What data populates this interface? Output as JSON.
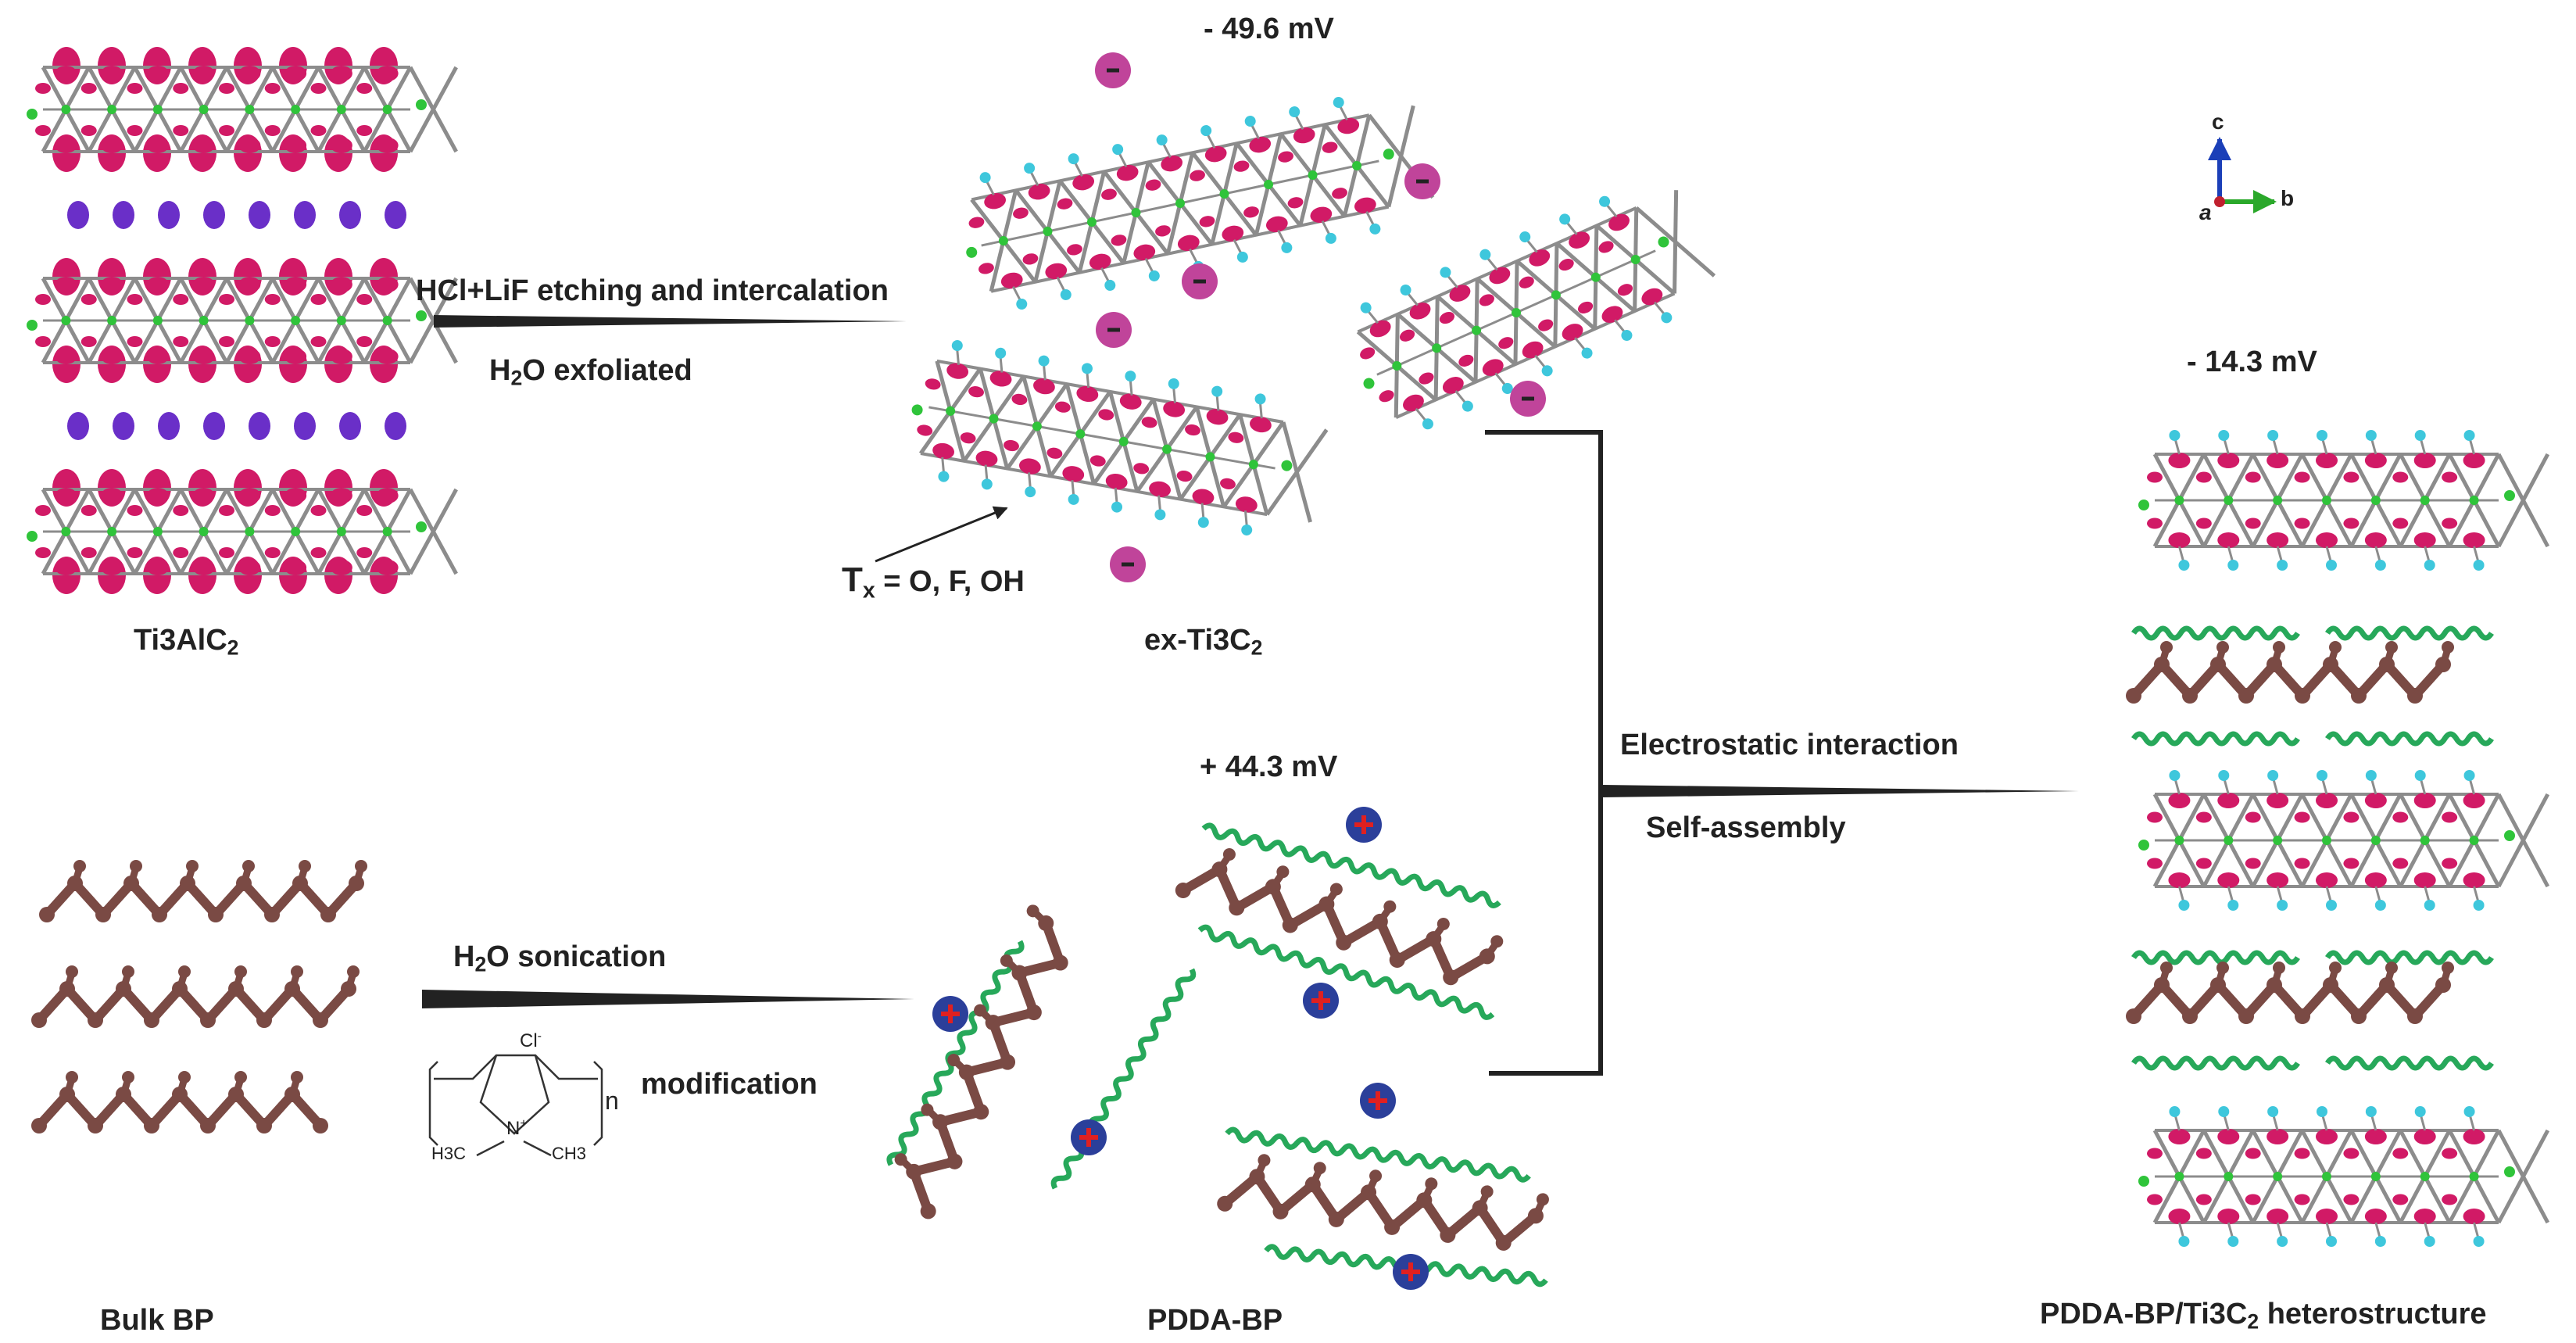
{
  "colors": {
    "ti_atom": "#d11a66",
    "carbon_atom": "#2fc43a",
    "al_atom": "#6a2fc8",
    "bond": "#8c8c8c",
    "surface_group": "#3ec7dc",
    "phosphorus": "#7a4a44",
    "pdda_chain": "#27a85a",
    "neg_charge": "#c0449a",
    "pos_charge": "#2b3f9a",
    "plus_sign": "#e02020",
    "arrow": "#222222"
  },
  "labels": {
    "ti3alc2": {
      "main": "Ti3AlC",
      "sub": "2"
    },
    "ex_ti3c2": {
      "main": "ex-Ti3C",
      "sub": "2"
    },
    "bulk_bp": "Bulk BP",
    "pdda_bp": "PDDA-BP",
    "product": {
      "pre": "PDDA-BP/Ti3C",
      "sub": "2",
      "post": " heterostructure"
    },
    "tx": {
      "main": "T",
      "sub": "x",
      "rest": " = O, F, OH"
    },
    "zeta_ex": "- 49.6 mV",
    "zeta_pdda": "+ 44.3 mV",
    "zeta_product": "- 14.3 mV"
  },
  "arrows": {
    "etching": {
      "above": "HCl+LiF etching and intercalation",
      "below_pre": "H",
      "below_sub": "2",
      "below_post": "O exfoliated"
    },
    "sonication": {
      "above_pre": "H",
      "above_sub": "2",
      "above_post": "O sonication",
      "below": "modification"
    },
    "assembly": {
      "above": "Electrostatic interaction",
      "below": "Self-assembly"
    }
  },
  "pdda_structure": {
    "counterion": "Cl",
    "counterion_charge": "-",
    "repeat": "n",
    "nitrogen": "N",
    "nitrogen_charge": "+",
    "methyl_left": "H3C",
    "methyl_right": "CH3"
  },
  "axes": {
    "c": "c",
    "b": "b",
    "a": "a"
  },
  "charges": {
    "negative": "-",
    "positive": "+"
  }
}
